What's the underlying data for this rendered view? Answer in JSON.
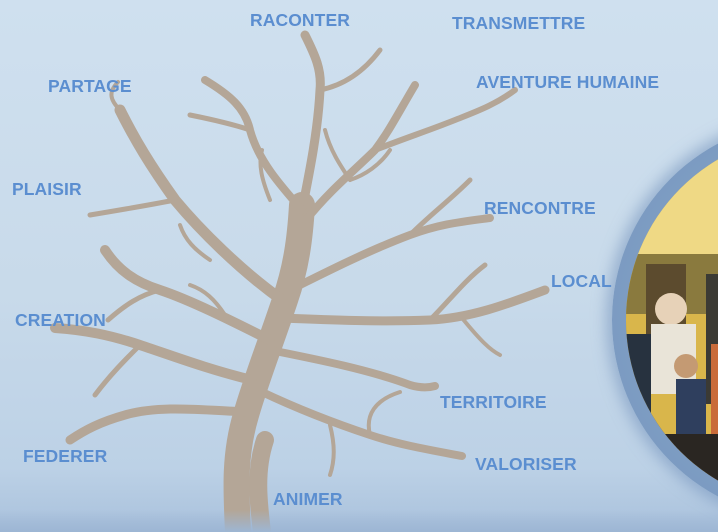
{
  "words": {
    "raconter": "RACONTER",
    "transmettre": "TRANSMETTRE",
    "partage": "PARTAGE",
    "aventure_humaine": "AVENTURE HUMAINE",
    "plaisir": "PLAISIR",
    "rencontre": "RENCONTRE",
    "local": "LOCAL",
    "creation": "CREATION",
    "territoire": "TERRITOIRE",
    "federer": "FEDERER",
    "valoriser": "VALORISER",
    "animer": "ANIMER"
  },
  "colors": {
    "word_text": "#5b8ed0",
    "tree": "#b4a697",
    "background": "#c9dbeb"
  },
  "images": {
    "tree": "bare-branch-tree-illustration",
    "photo": "circular-event-photo-with-people"
  }
}
